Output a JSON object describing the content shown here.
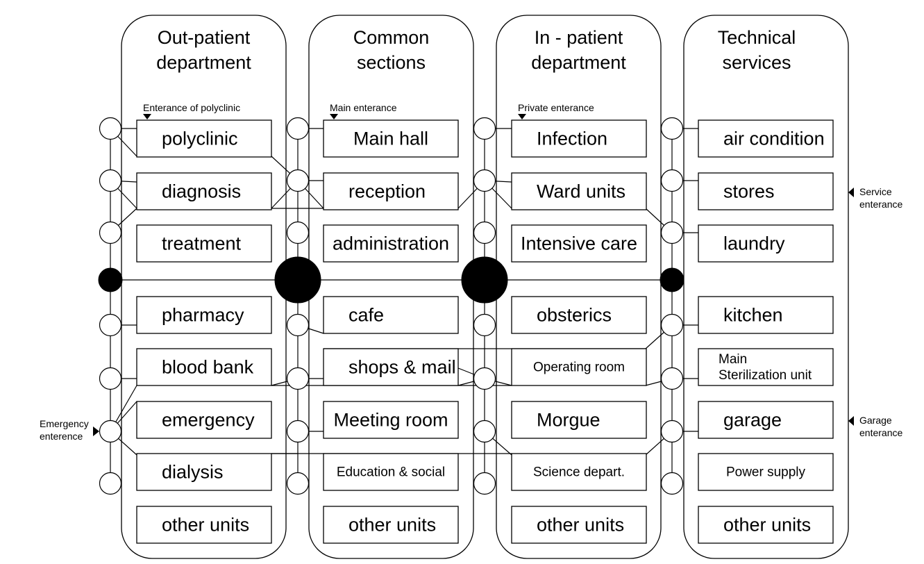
{
  "columns": [
    {
      "id": "outpatient",
      "title_lines": [
        "Out-patient",
        "department"
      ],
      "entrance": "Enterance of polyclinic",
      "units": [
        "polyclinic",
        "diagnosis",
        "treatment",
        "pharmacy",
        "blood bank",
        "emergency",
        "dialysis",
        "other units"
      ]
    },
    {
      "id": "common",
      "title_lines": [
        "Common",
        "sections"
      ],
      "entrance": "Main enterance",
      "units": [
        "Main hall",
        "reception",
        "administration",
        "cafe",
        "shops & mail",
        "Meeting room",
        "Education & social",
        "other units"
      ]
    },
    {
      "id": "inpatient",
      "title_lines": [
        "In - patient",
        "department"
      ],
      "entrance": "Private enterance",
      "units": [
        "Infection",
        "Ward units",
        "Intensive care",
        "obsterics",
        "Operating room",
        "Morgue",
        "Science depart.",
        "other units"
      ]
    },
    {
      "id": "technical",
      "title_lines": [
        "Technical",
        "services"
      ],
      "entrance": "",
      "units": [
        "air condition",
        "stores",
        "laundry",
        "kitchen",
        "Main\nSterilization unit",
        "garage",
        "Power supply",
        "other units"
      ]
    }
  ],
  "side_notes": {
    "emergency": [
      "Emergency",
      "enterence"
    ],
    "service": [
      "Service",
      "enterance"
    ],
    "garage": [
      "Garage",
      "enterance"
    ]
  }
}
